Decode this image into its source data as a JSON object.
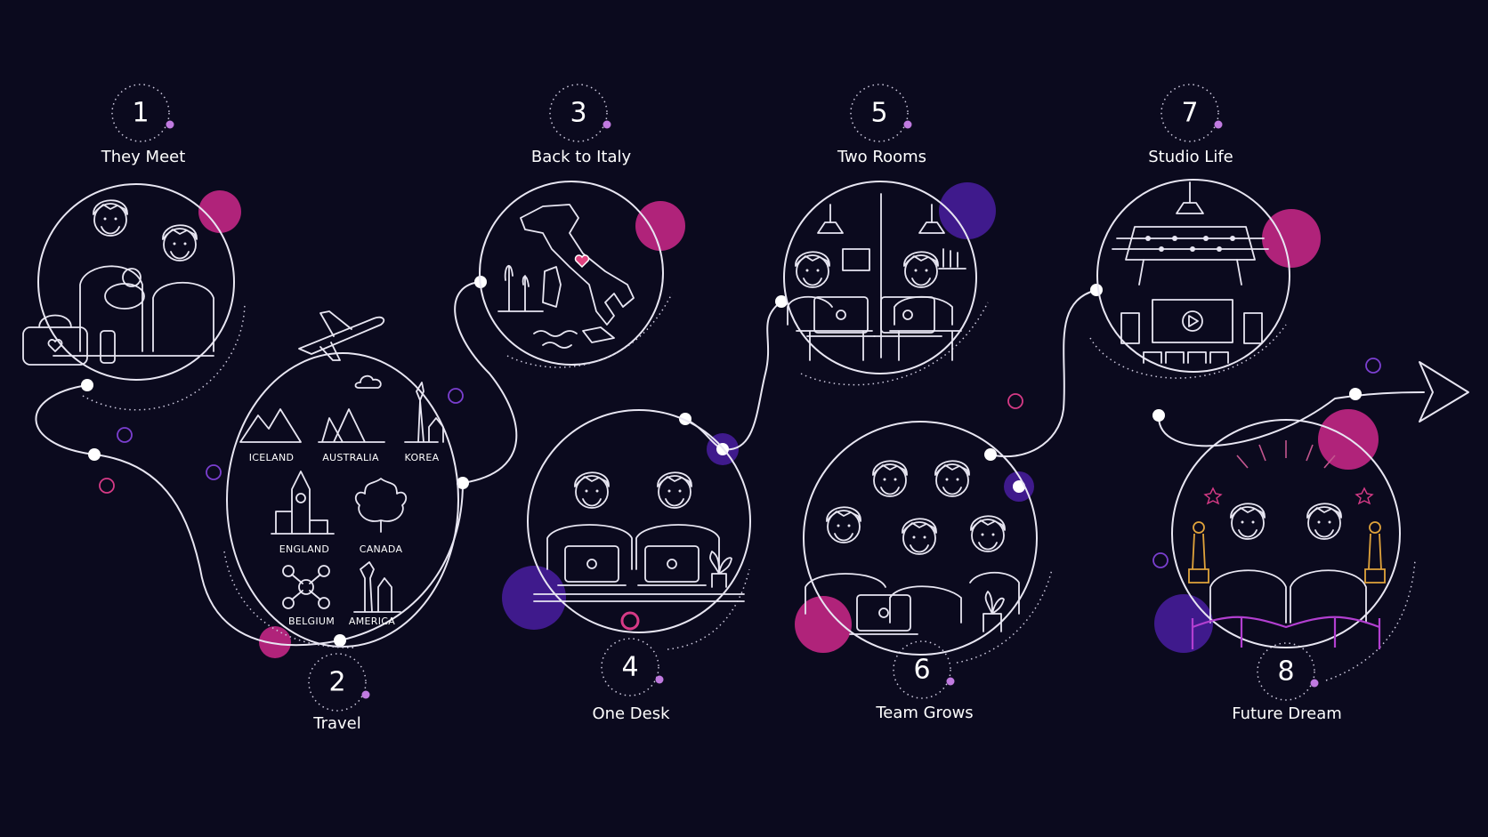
{
  "steps": [
    {
      "number": "1",
      "label": "They Meet"
    },
    {
      "number": "2",
      "label": "Travel"
    },
    {
      "number": "3",
      "label": "Back to Italy"
    },
    {
      "number": "4",
      "label": "One Desk"
    },
    {
      "number": "5",
      "label": "Two Rooms"
    },
    {
      "number": "6",
      "label": "Team Grows"
    },
    {
      "number": "7",
      "label": "Studio Life"
    },
    {
      "number": "8",
      "label": "Future Dream"
    }
  ],
  "travel_places": [
    "ICELAND",
    "AUSTRALIA",
    "KOREA",
    "ENGLAND",
    "CANADA",
    "BELGIUM",
    "AMERICA"
  ],
  "colors": {
    "background": "#0b0a1e",
    "line": "#e8e6f2",
    "accent_magenta": "#b0237a",
    "accent_violet": "#3f1a8c",
    "accent_pink": "#e0437f"
  },
  "icons": [
    "airplane-icon",
    "map-italy-icon",
    "heart-icon",
    "laptop-icon",
    "lamp-icon",
    "foosball-icon",
    "screen-play-icon",
    "trophy-icon",
    "arrow-icon"
  ]
}
